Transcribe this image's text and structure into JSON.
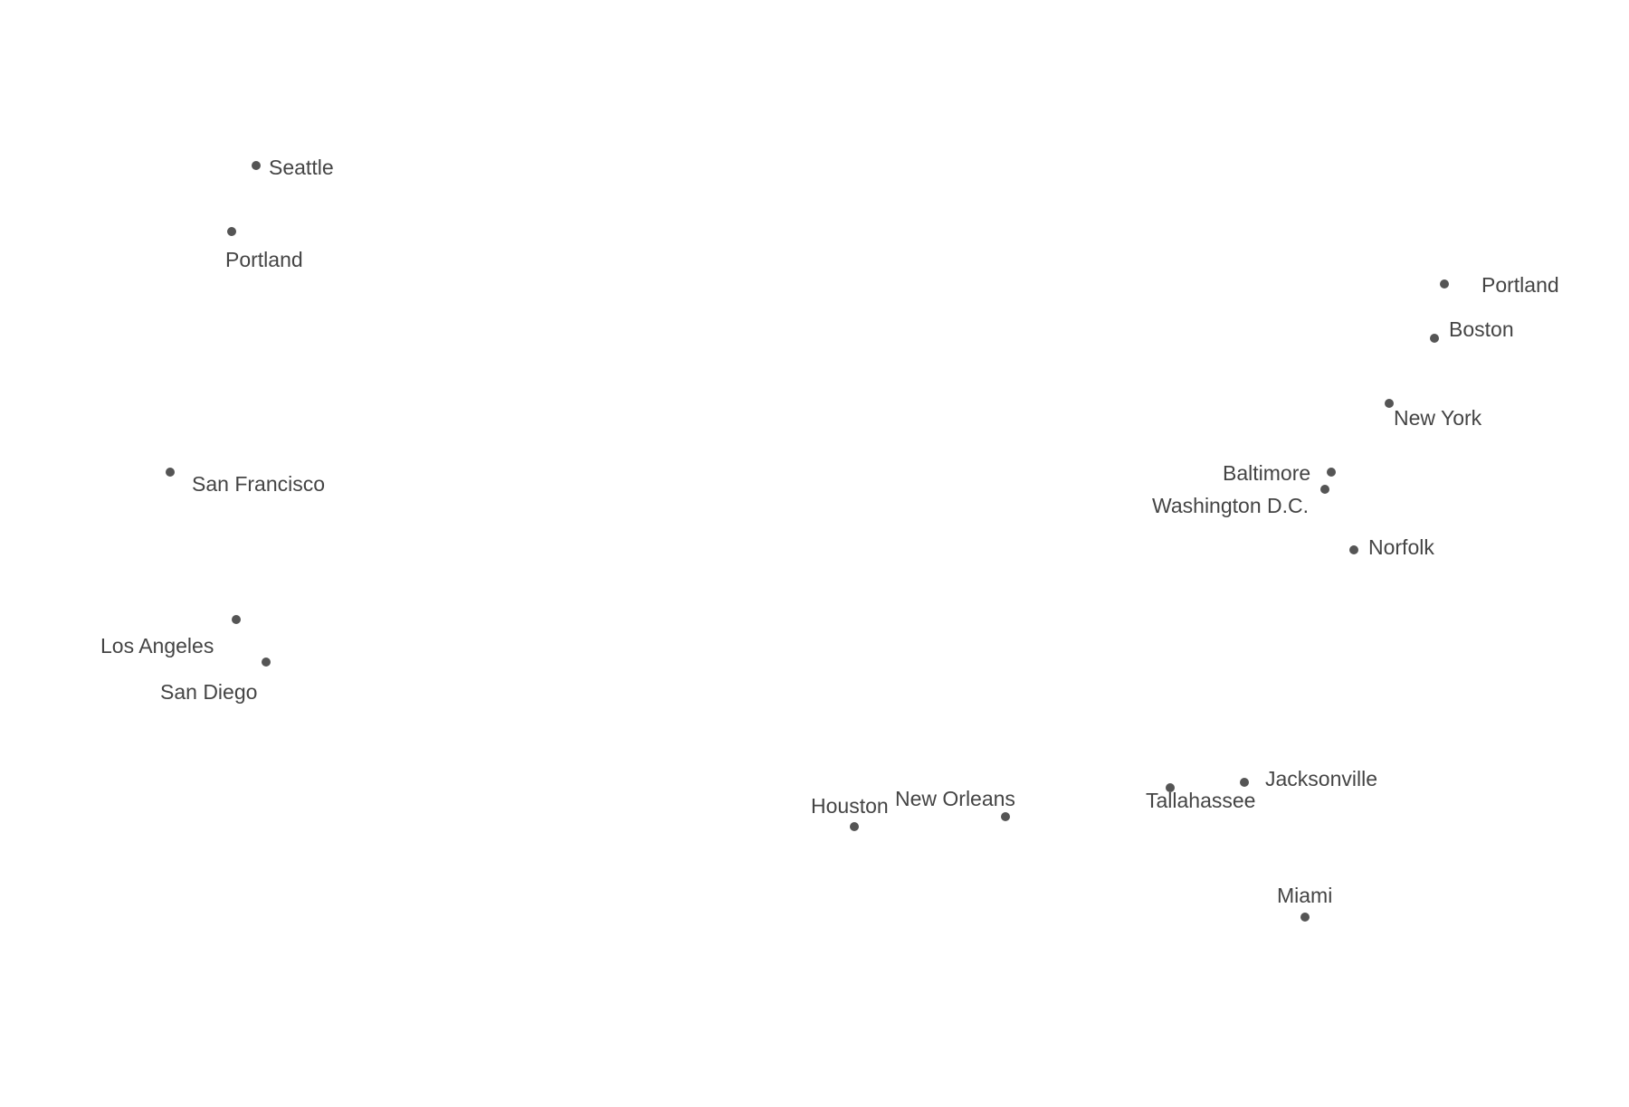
{
  "map": {
    "dot_color": "#555555",
    "label_color": "#444444",
    "cities": [
      {
        "name": "Seattle"
      },
      {
        "name": "Portland"
      },
      {
        "name": "San Francisco"
      },
      {
        "name": "Los Angeles"
      },
      {
        "name": "San Diego"
      },
      {
        "name": "Portland"
      },
      {
        "name": "Boston"
      },
      {
        "name": "New York"
      },
      {
        "name": "Baltimore"
      },
      {
        "name": "Washington D.C."
      },
      {
        "name": "Norfolk"
      },
      {
        "name": "Houston"
      },
      {
        "name": "New Orleans"
      },
      {
        "name": "Tallahassee"
      },
      {
        "name": "Jacksonville"
      },
      {
        "name": "Miami"
      }
    ]
  }
}
